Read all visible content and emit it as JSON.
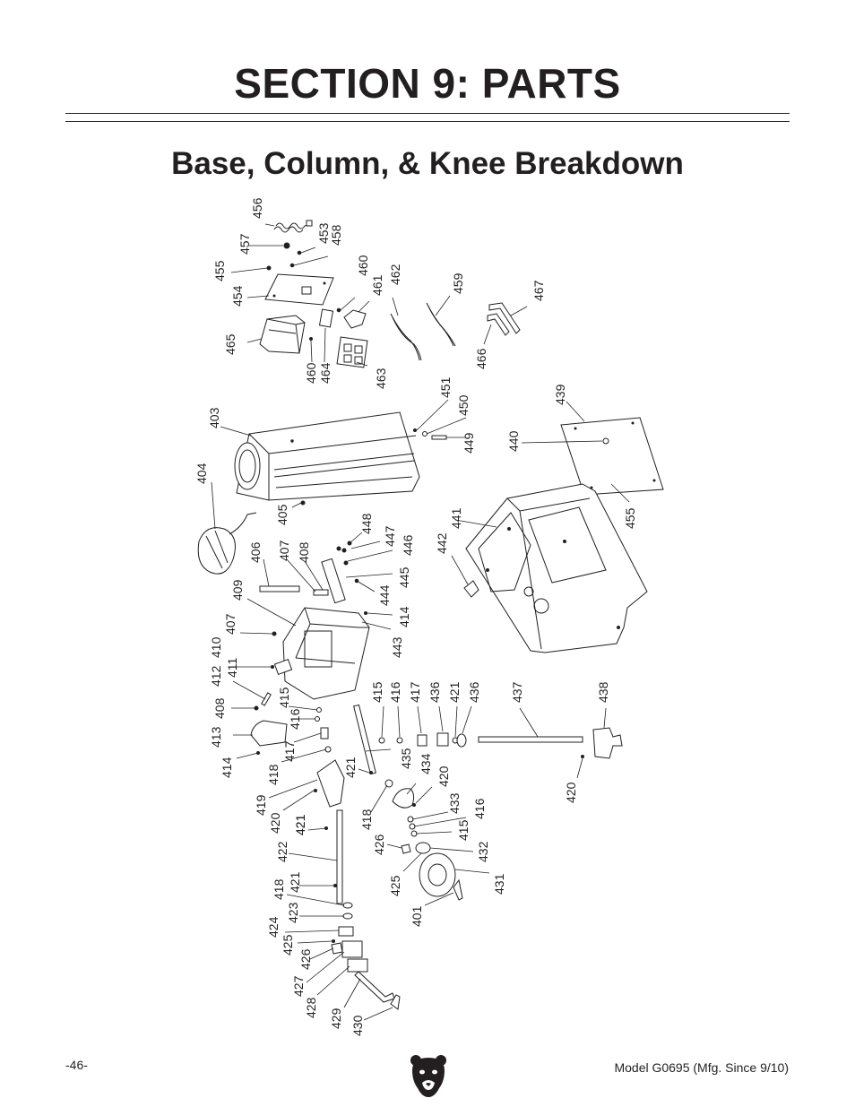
{
  "header": {
    "section_title": "SECTION 9: PARTS",
    "breakdown_title": "Base, Column, & Knee Breakdown"
  },
  "callouts": [
    "456",
    "457",
    "453",
    "458",
    "455",
    "454",
    "460",
    "461",
    "462",
    "459",
    "467",
    "466",
    "465",
    "460",
    "464",
    "463",
    "451",
    "450",
    "449",
    "440",
    "439",
    "403",
    "404",
    "405",
    "406",
    "407",
    "408",
    "448",
    "447",
    "446",
    "445",
    "444",
    "414",
    "443",
    "442",
    "441",
    "455",
    "409",
    "407",
    "410",
    "412",
    "411",
    "408",
    "415",
    "416",
    "413",
    "417",
    "414",
    "418",
    "419",
    "420",
    "421",
    "421",
    "415",
    "416",
    "417",
    "436",
    "421",
    "436",
    "437",
    "438",
    "435",
    "434",
    "420",
    "433",
    "416",
    "415",
    "418",
    "426",
    "432",
    "425",
    "431",
    "401",
    "420",
    "421",
    "422",
    "418",
    "421",
    "423",
    "424",
    "425",
    "426",
    "427",
    "428",
    "429",
    "430"
  ],
  "footer": {
    "page_number": "-46-",
    "model": "Model G0695 (Mfg. Since 9/10)"
  },
  "logo": {
    "icon": "bear-head-icon"
  }
}
